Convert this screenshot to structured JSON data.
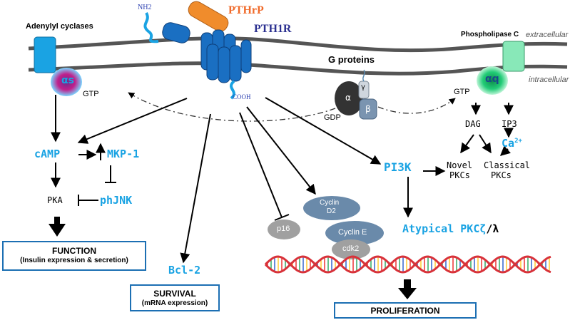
{
  "colors": {
    "membrane": "#555555",
    "receptor": "#1a6fc2",
    "pthrp": "#f08c2c",
    "highlight": "#1aa3e3",
    "box_border": "#1c6fb3",
    "gs": "#c0208c",
    "gq": "#22cc77"
  },
  "labels": {
    "nh2": "NH2",
    "pthrp": "PTHrP",
    "pth1r": "PTH1R",
    "cooh": "COOH",
    "adenylyl": "Adenylyl cyclases",
    "gs": "αs",
    "gtp_left": "GTP",
    "plc": "Phospholipase C",
    "extracellular": "extracellular",
    "intracellular": "intracellular",
    "gproteins": "G proteins",
    "gq": "αq",
    "gtp_right": "GTP",
    "alpha": "α",
    "beta": "β",
    "gamma": "γ",
    "gdp": "GDP",
    "camp": "cAMP",
    "mkp1": "MKP-1",
    "pka": "PKA",
    "phjnk": "phJNK",
    "pi3k": "PI3K",
    "dag": "DAG",
    "ip3": "IP3",
    "ca": "Ca",
    "ca_sup": "2+",
    "novel": "Novel",
    "novel2": "PKCs",
    "classical": "Classical",
    "classical2": "PKCs",
    "atypical": "Atypical PKCζ",
    "lambda": "/λ",
    "bcl2": "Bcl-2",
    "p16": "p16",
    "cyclin_d2_a": "Cyclin",
    "cyclin_d2_b": "D2",
    "cyclin_e": "Cyclin E",
    "cdk2": "cdk2"
  },
  "outcomes": {
    "function_title": "FUNCTION",
    "function_sub": "(Insulin expression & secretion)",
    "survival_title": "SURVIVAL",
    "survival_sub": "(mRNA expression)",
    "proliferation": "PROLIFERATION"
  }
}
